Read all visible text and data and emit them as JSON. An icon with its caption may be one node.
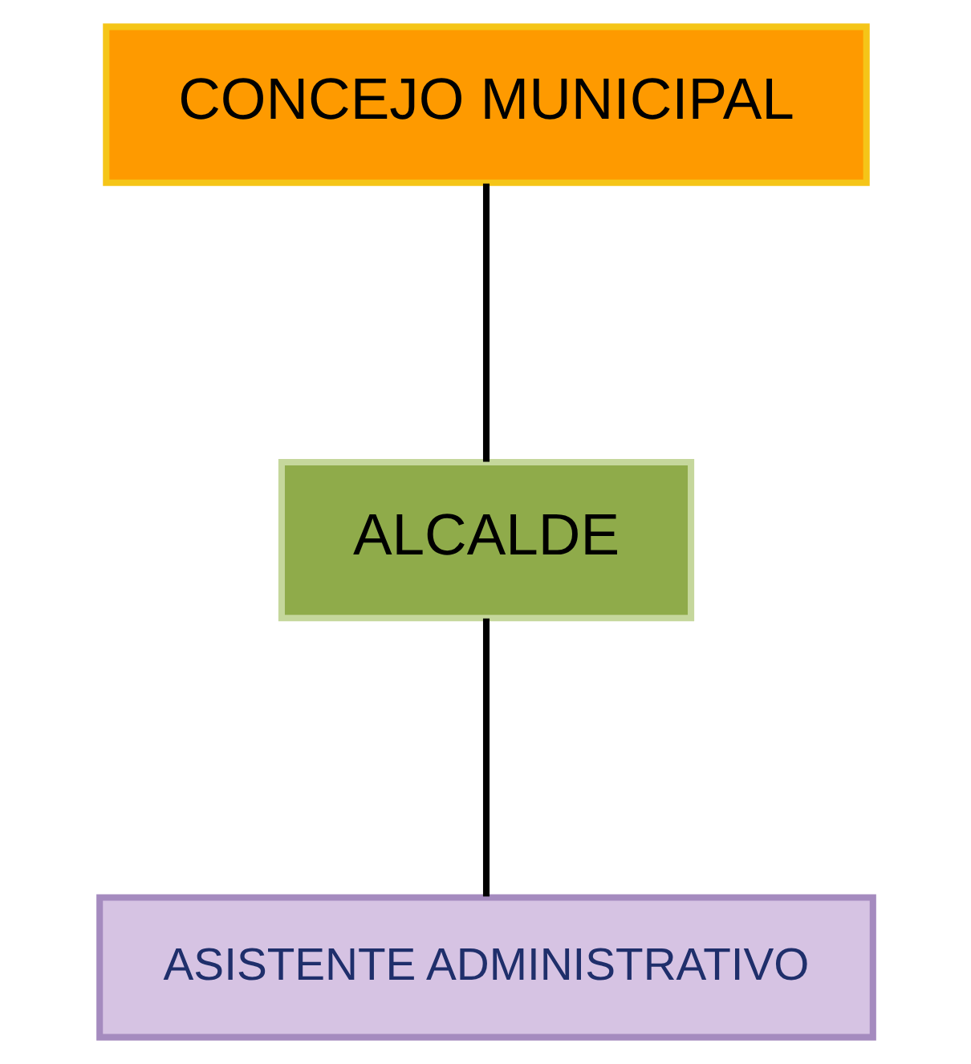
{
  "diagram": {
    "nodes": [
      {
        "text": [
          "CONCEJO MUNICIPAL"
        ]
      },
      {
        "text": [
          "ALCALDE"
        ]
      },
      {
        "text": [
          "ASISTENTE ADMINISTRATIVO"
        ]
      }
    ],
    "edges": [
      {
        "from": 0,
        "to": 1,
        "arrow": "none"
      },
      {
        "from": 1,
        "to": 2,
        "arrow": "none"
      }
    ]
  }
}
